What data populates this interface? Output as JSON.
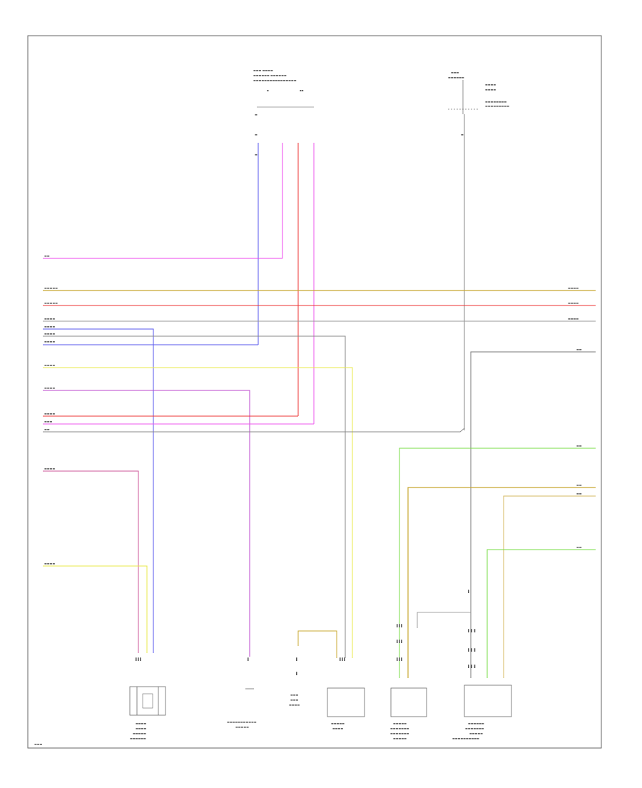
{
  "colors": {
    "violet": "#ee44ee",
    "blue": "#5555ee",
    "red": "#ee3333",
    "pink": "#ee55ee",
    "tan": "#c8a830",
    "olive": "#b0a040",
    "grey": "#888888",
    "yellow": "#e8e84a",
    "green": "#77dd44",
    "frame": "#666666"
  },
  "labels": {
    "top_connector": "",
    "top_right_fuse": "",
    "footer_left": "",
    "comp_left": "",
    "comp_mid": "",
    "comp_diode": "",
    "comp_box1": "",
    "comp_box2": "",
    "comp_box3": ""
  },
  "icons": [
    "ground-symbol",
    "diode-symbol",
    "switch-symbol"
  ]
}
